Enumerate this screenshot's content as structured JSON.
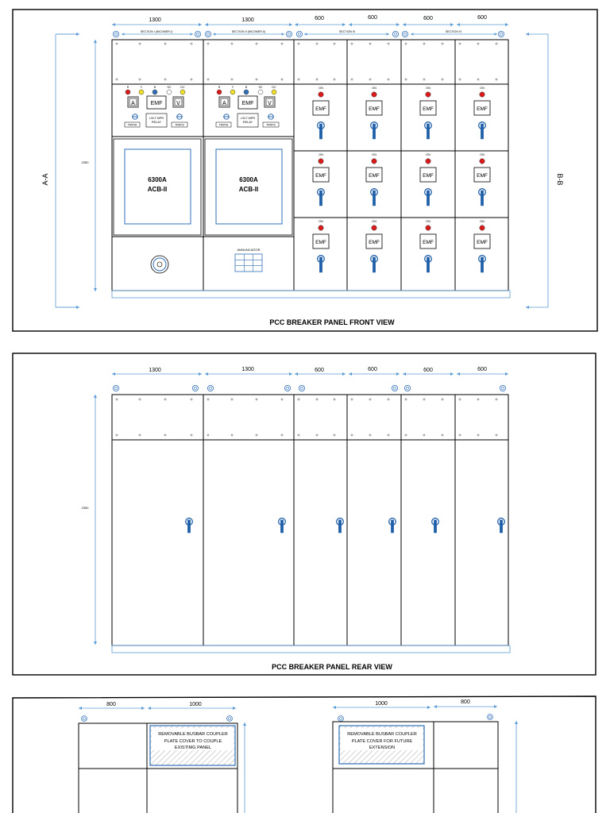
{
  "front": {
    "title": "PCC BREAKER PANEL FRONT VIEW",
    "widths": [
      "1300",
      "1300",
      "600",
      "600",
      "600",
      "600"
    ],
    "sections": [
      "SECTION I (INCOMER-I)",
      "SECTION II (INCOMER-II)",
      "SECTION III",
      "SECTION IV"
    ],
    "height_label": "2350",
    "side_left": "A-A",
    "side_right": "B-B",
    "incomer": {
      "lamps": [
        "R",
        "Y",
        "B",
        "SC",
        "DC"
      ],
      "ammeter": "A",
      "emf": "EMF",
      "voltmeter": "V",
      "relay": "LSLT MPR RELAY",
      "trip_left": "TRIP/A",
      "trip_right": "TRIP/S"
    },
    "acb": [
      "6300A",
      "ACB-II"
    ],
    "annunciator": "ANNUNCIATOR",
    "feeder": {
      "on": "ON",
      "emf": "EMF"
    }
  },
  "rear": {
    "title": "PCC BREAKER PANEL REAR VIEW",
    "widths": [
      "1300",
      "1300",
      "600",
      "600",
      "600",
      "600"
    ],
    "height_label": "2350"
  },
  "side": {
    "left": {
      "widths": [
        "800",
        "1000"
      ],
      "cover": [
        "REMOVABLE BUSBAR COUPLER",
        "PLATE COVER TO COUPLE",
        "EXISTIMG PANEL"
      ]
    },
    "right": {
      "widths": [
        "1000",
        "800"
      ],
      "cover": [
        "REMOVABLE BUSBAR COUPLER",
        "PLATE COVER FOR FUTURE",
        "EXTENSION"
      ]
    }
  },
  "colors": {
    "dim": "#5b9bd5",
    "lamp_red": "#dd1a1a",
    "lamp_yellow": "#f2e227",
    "lamp_blue": "#2f6fb8",
    "handle": "#1f5fa8"
  }
}
